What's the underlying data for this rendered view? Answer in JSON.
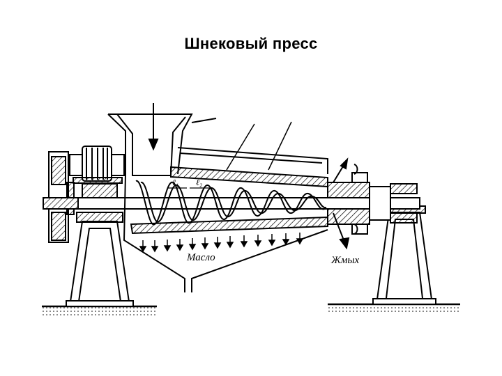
{
  "title": "Шнековый пресс",
  "labels": {
    "oil": "Масло",
    "cake": "Жмых",
    "l1": "ℓ₁",
    "l2": "ℓ₂"
  }
}
